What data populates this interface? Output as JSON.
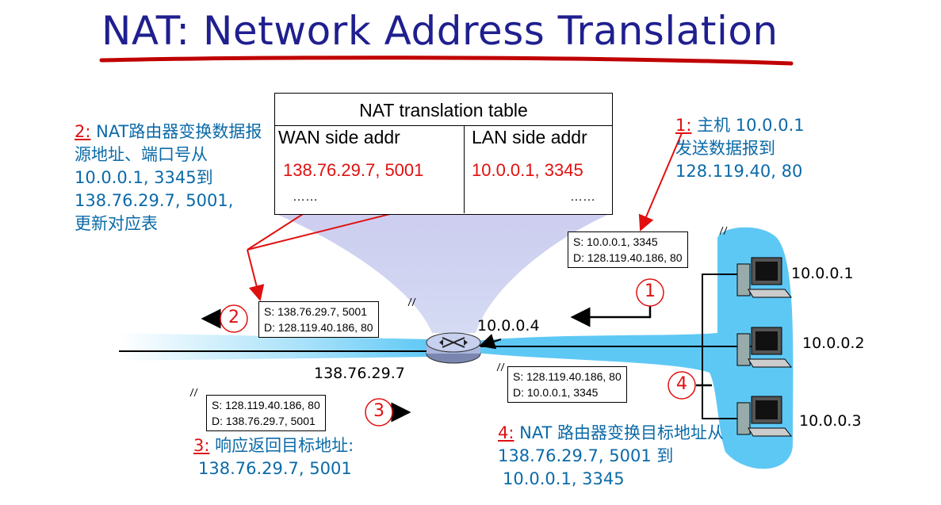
{
  "title": "NAT: Network Address Translation",
  "table": {
    "title": "NAT translation table",
    "col_wan": "WAN side addr",
    "col_lan": "LAN side addr",
    "row_wan": "138.76.29.7, 5001",
    "row_lan": "10.0.0.1, 3345",
    "dots_wan": "……",
    "dots_lan": "……"
  },
  "step1": {
    "num": "1:",
    "line1": " 主机 10.0.0.1",
    "line2": "发送数据报到",
    "line3": "128.119.40, 80"
  },
  "step2": {
    "num": "2:",
    "line1": " NAT路由器变换数据报",
    "line2": "源地址、端口号从",
    "line3": "10.0.0.1, 3345到",
    "line4": "138.76.29.7, 5001,",
    "line5": "更新对应表"
  },
  "step3": {
    "num": "3:",
    "line1": " 响应返回目标地址:",
    "line2": "138.76.29.7, 5001"
  },
  "step4": {
    "num": "4:",
    "line1": " NAT 路由器变换目标地址从",
    "line2": "138.76.29.7, 5001 到",
    "line3": "10.0.0.1, 3345"
  },
  "packets": {
    "p1": {
      "s": "S: 10.0.0.1, 3345",
      "d": "D: 128.119.40.186, 80"
    },
    "p2": {
      "s": "S: 138.76.29.7, 5001",
      "d": "D: 128.119.40.186, 80"
    },
    "p3": {
      "s": "S: 128.119.40.186, 80",
      "d": "D: 138.76.29.7, 5001"
    },
    "p4": {
      "s": "S: 128.119.40.186, 80",
      "d": "D: 10.0.0.1, 3345"
    }
  },
  "circles": {
    "c1": "1",
    "c2": "2",
    "c3": "3",
    "c4": "4"
  },
  "addresses": {
    "router_lan": "10.0.0.4",
    "router_wan": "138.76.29.7",
    "host1": "10.0.0.1",
    "host2": "10.0.0.2",
    "host3": "10.0.0.3"
  },
  "colors": {
    "title": "#1f1f8f",
    "accent_red": "#e01010",
    "text_blue": "#0b6aa8",
    "lan_blue": "#5ec8f5"
  },
  "icons": [
    "router-icon",
    "computer-icon"
  ]
}
